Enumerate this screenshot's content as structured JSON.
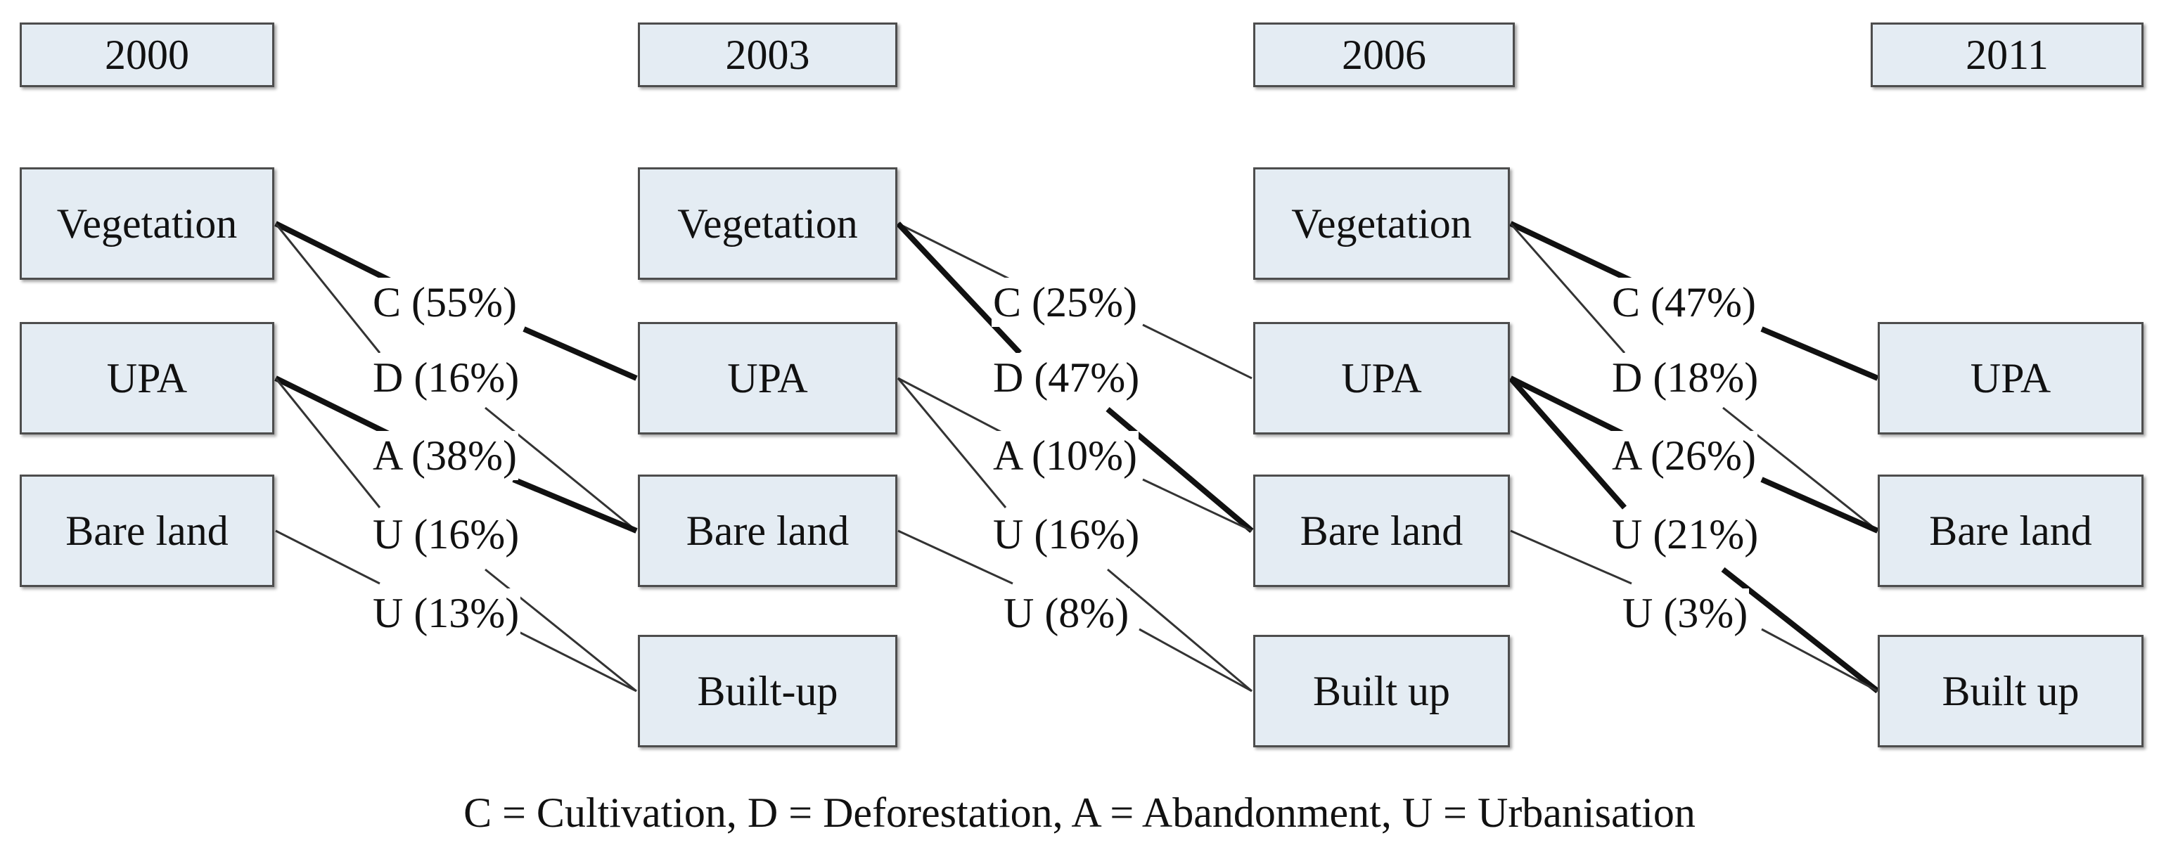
{
  "years": [
    "2000",
    "2003",
    "2006",
    "2011"
  ],
  "columns": [
    {
      "year": "2000",
      "classes": [
        "Vegetation",
        "UPA",
        "Bare land"
      ]
    },
    {
      "year": "2003",
      "classes": [
        "Vegetation",
        "UPA",
        "Bare land",
        "Built-up"
      ]
    },
    {
      "year": "2006",
      "classes": [
        "Vegetation",
        "UPA",
        "Bare land",
        "Built up"
      ]
    },
    {
      "year": "2011",
      "classes": [
        "UPA",
        "Bare land",
        "Built up"
      ]
    }
  ],
  "transitions": [
    {
      "period": "2000-2003",
      "labels": [
        "C (55%)",
        "D (16%)",
        "A (38%)",
        "U (16%)",
        "U (13%)"
      ]
    },
    {
      "period": "2003-2006",
      "labels": [
        "C (25%)",
        "D (47%)",
        "A (10%)",
        "U (16%)",
        "U (8%)"
      ]
    },
    {
      "period": "2006-2011",
      "labels": [
        "C (47%)",
        "D (18%)",
        "A (26%)",
        "U (21%)",
        "U (3%)"
      ]
    }
  ],
  "legend": "C = Cultivation, D = Deforestation, A = Abandonment, U = Urbanisation"
}
